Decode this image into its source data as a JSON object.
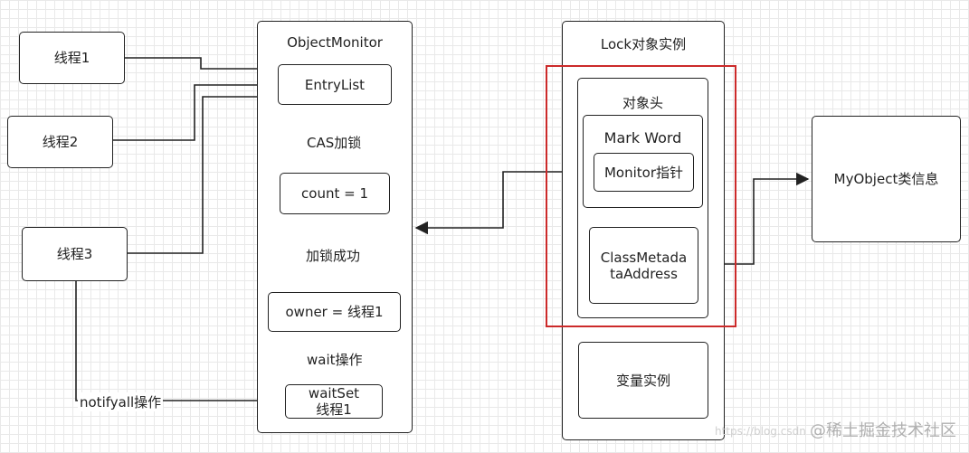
{
  "threads": {
    "t1": "线程1",
    "t2": "线程2",
    "t3": "线程3"
  },
  "object_monitor": {
    "title": "ObjectMonitor",
    "entry_list": "EntryList",
    "cas_label": "CAS加锁",
    "count": "count = 1",
    "success_label": "加锁成功",
    "owner": "owner = 线程1",
    "wait_label": "wait操作",
    "wait_set_title": "waitSet",
    "wait_set_member": "线程1"
  },
  "notify_label": "notifyall操作",
  "lock_instance": {
    "title": "Lock对象实例",
    "header_title": "对象头",
    "mark_word": "Mark Word",
    "monitor_ptr": "Monitor指针",
    "class_metadata": "ClassMetadataAddress",
    "instance_data": "变量实例"
  },
  "class_info": "MyObject类信息",
  "watermark": "@稀土掘金技术社区",
  "faint_url": "https://blog.csdn",
  "colors": {
    "line": "#222222",
    "highlight_frame": "#cc2a2a"
  }
}
